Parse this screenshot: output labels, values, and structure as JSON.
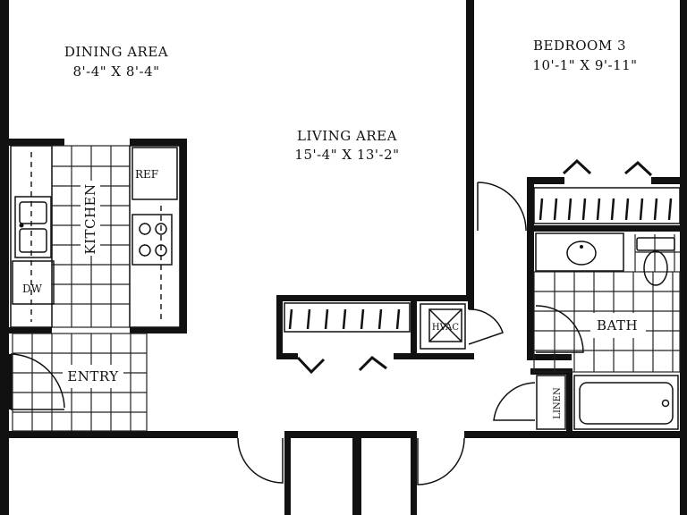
{
  "rooms": {
    "dining": {
      "name": "DINING AREA",
      "dims": "8'-4\" X 8'-4\""
    },
    "living": {
      "name": "LIVING AREA",
      "dims": "15'-4\" X 13'-2\""
    },
    "bedroom3": {
      "name": "BEDROOM 3",
      "dims": "10'-1\" X 9'-11\""
    },
    "kitchen": {
      "name": "KITCHEN"
    },
    "entry": {
      "name": "ENTRY"
    },
    "bath": {
      "name": "BATH"
    }
  },
  "fixtures": {
    "refrigerator": "REF",
    "dishwasher": "DW",
    "hvac": "HVAC",
    "linen": "LINEN"
  }
}
